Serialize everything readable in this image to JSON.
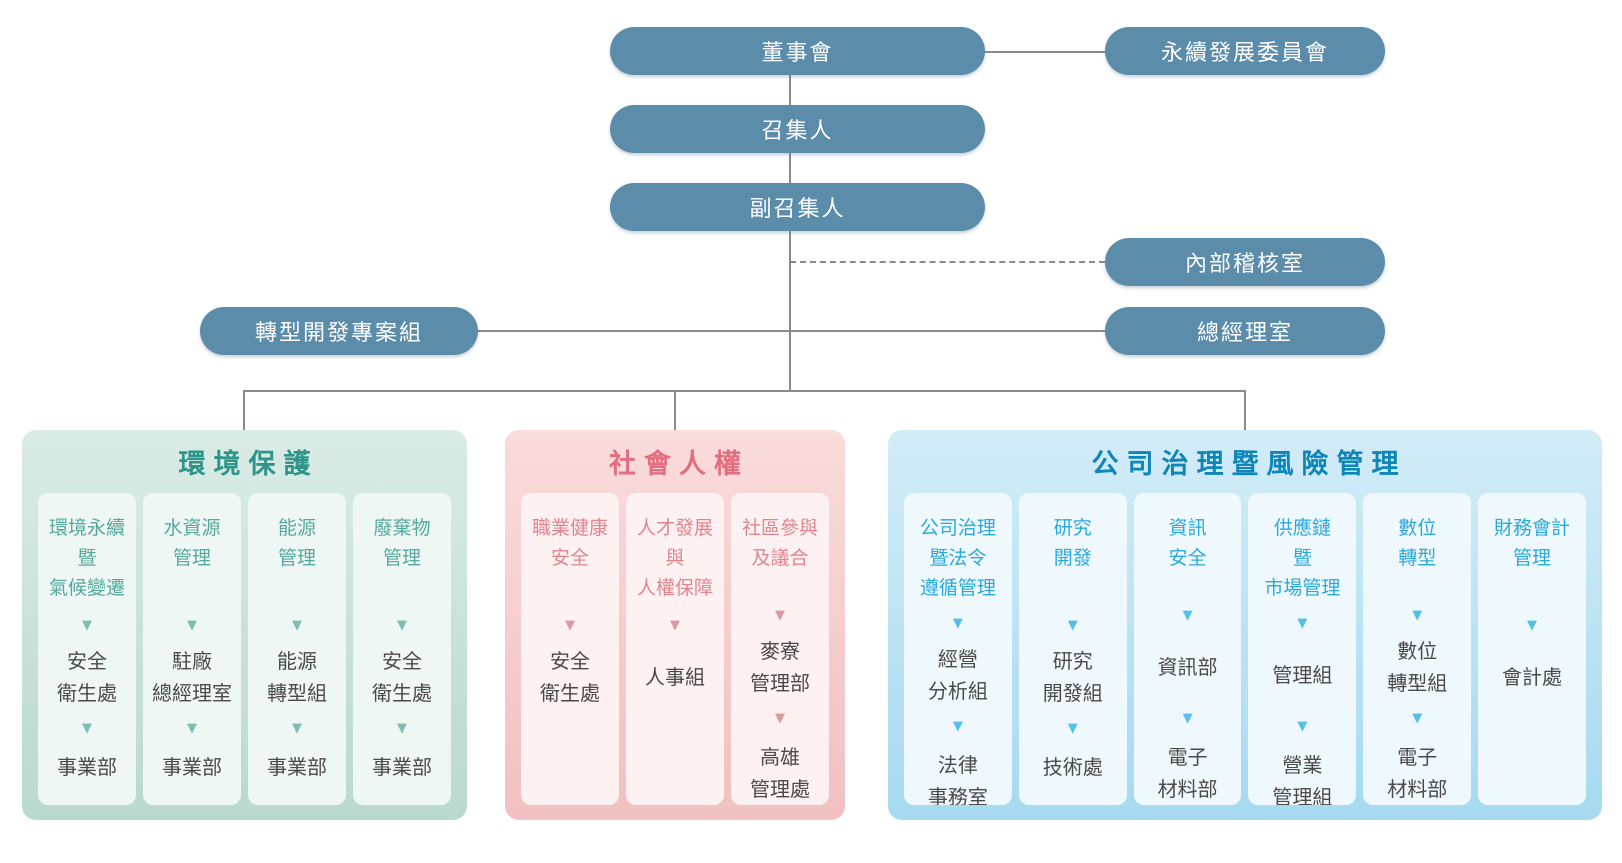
{
  "nodes": {
    "board": "董事會",
    "sustainability_committee": "永續發展委員會",
    "convener": "召集人",
    "deputy_convener": "副召集人",
    "internal_audit": "內部稽核室",
    "transformation_project": "轉型開發專案組",
    "gm_office": "總經理室"
  },
  "icons": {
    "down_arrow": "▼"
  },
  "colors": {
    "pill_bg": "#5b8dab",
    "pill_text": "#ffffff",
    "connector": "#8a8a8a"
  },
  "sections": [
    {
      "id": "environment",
      "title": "環境保護",
      "colors": {
        "panel_top": "#d9ece5",
        "panel_bottom": "#b9d9cf",
        "card_bg": "#eef7f3",
        "title": "#2f948a",
        "header": "#55a99c",
        "arrow": "#7fbdb2",
        "body": "#4a4a4a"
      },
      "columns": [
        {
          "header": [
            "環境永續",
            "暨",
            "氣候變遷"
          ],
          "steps": [
            [
              "安全",
              "衛生處"
            ],
            [
              "事業部"
            ]
          ]
        },
        {
          "header": [
            "水資源",
            "管理"
          ],
          "steps": [
            [
              "駐廠",
              "總經理室"
            ],
            [
              "事業部"
            ]
          ]
        },
        {
          "header": [
            "能源",
            "管理"
          ],
          "steps": [
            [
              "能源",
              "轉型組"
            ],
            [
              "事業部"
            ]
          ]
        },
        {
          "header": [
            "廢棄物",
            "管理"
          ],
          "steps": [
            [
              "安全",
              "衛生處"
            ],
            [
              "事業部"
            ]
          ]
        }
      ]
    },
    {
      "id": "social",
      "title": "社會人權",
      "colors": {
        "panel_top": "#f9dcdb",
        "panel_bottom": "#f2c0c0",
        "card_bg": "#fdf2f1",
        "title": "#e46e80",
        "header": "#e28490",
        "arrow": "#dc97a3",
        "body": "#4a4a4a"
      },
      "columns": [
        {
          "header": [
            "職業健康",
            "安全"
          ],
          "steps": [
            [
              "安全",
              "衛生處"
            ]
          ]
        },
        {
          "header": [
            "人才發展",
            "與",
            "人權保障"
          ],
          "steps": [
            [
              "人事組"
            ]
          ]
        },
        {
          "header": [
            "社區參與",
            "及議合"
          ],
          "steps": [
            [
              "麥寮",
              "管理部"
            ],
            [
              "高雄",
              "管理處"
            ]
          ]
        }
      ]
    },
    {
      "id": "governance",
      "title": "公司治理暨風險管理",
      "colors": {
        "panel_top": "#d3ecf8",
        "panel_bottom": "#a6daf0",
        "card_bg": "#eef8fd",
        "title": "#0d86b9",
        "header": "#2aa9dd",
        "arrow": "#54c0e8",
        "body": "#4a4a4a"
      },
      "columns": [
        {
          "header": [
            "公司治理",
            "暨法令",
            "遵循管理"
          ],
          "steps": [
            [
              "經營",
              "分析組"
            ],
            [
              "法律",
              "事務室"
            ]
          ]
        },
        {
          "header": [
            "研究",
            "開發"
          ],
          "steps": [
            [
              "研究",
              "開發組"
            ],
            [
              "技術處"
            ]
          ]
        },
        {
          "header": [
            "資訊",
            "安全"
          ],
          "steps": [
            [
              "資訊部"
            ],
            [
              "電子",
              "材料部"
            ]
          ]
        },
        {
          "header": [
            "供應鏈",
            "暨",
            "市場管理"
          ],
          "steps": [
            [
              "管理組"
            ],
            [
              "營業",
              "管理組"
            ]
          ]
        },
        {
          "header": [
            "數位",
            "轉型"
          ],
          "steps": [
            [
              "數位",
              "轉型組"
            ],
            [
              "電子",
              "材料部"
            ]
          ]
        },
        {
          "header": [
            "財務會計",
            "管理"
          ],
          "steps": [
            [
              "會計處"
            ]
          ]
        }
      ]
    }
  ]
}
